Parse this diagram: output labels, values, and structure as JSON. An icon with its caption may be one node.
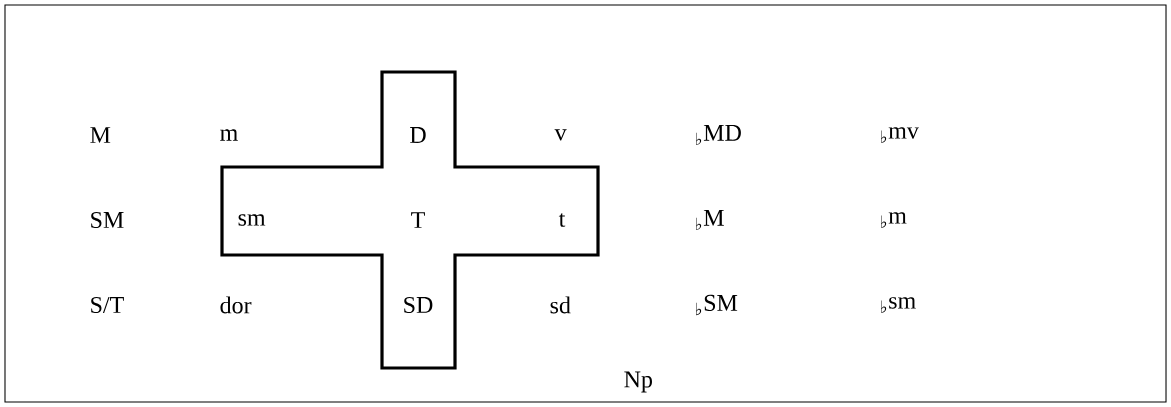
{
  "diagram": {
    "nodes": [
      {
        "text": [
          "D",
          "sm",
          "T",
          "t",
          "SD"
        ]
      }
    ],
    "edges": [],
    "labels": [
      "M",
      "m",
      "v",
      "$_{♭}$MD",
      "$_{♭}$mv",
      "SM",
      "$_{♭}$M",
      "$_{♭}$m",
      "S/T",
      "dor",
      "sd",
      "$_{♭}$SM",
      "$_{♭}$sm",
      "Np"
    ]
  }
}
